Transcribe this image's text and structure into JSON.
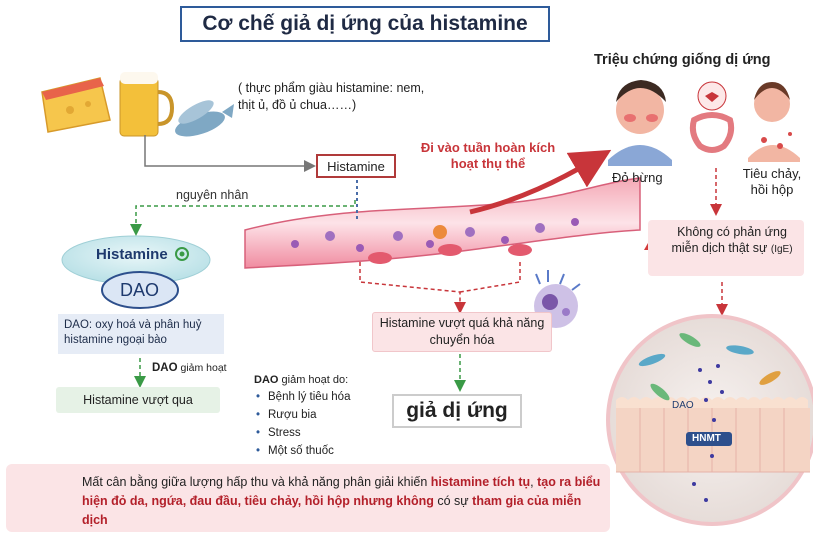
{
  "title": "Cơ chế giả dị ứng của histamine",
  "food_note": "( thực phẩm giàu histamine: nem, thịt ủ, đồ ủ chua……)",
  "histamine_label": "Histamine",
  "circulation_text": "Đi vào tuần hoàn kích hoạt thụ thể",
  "cause_label": "nguyên nhân",
  "dao_oval": {
    "histamine": "Histamine",
    "dao": "DAO"
  },
  "dao_desc": "DAO: oxy hoá và phân huỷ histamine ngoại bào",
  "dao_reduced": {
    "bold": "DAO",
    "rest": " giảm hoạt"
  },
  "histamine_passes": "Histamine vượt qua",
  "dao_causes": {
    "bold": "DAO",
    "rest": " giảm hoạt do:",
    "items": [
      "Bệnh lý tiêu hóa",
      "Rượu bia",
      "Stress",
      "Một số thuốc"
    ]
  },
  "overflow_text": "Histamine vượt quá khả năng chuyển hóa",
  "pseudo_allergy": "giả dị ứng",
  "symptoms": {
    "title": "Triệu chứng giống dị ứng",
    "flush": "Đỏ bừng",
    "diarrhea_line1": "Tiêu chảy,",
    "diarrhea_line2": "hồi hộp"
  },
  "no_immune": {
    "main": "Không có phản ứng miễn dịch thật sự",
    "sub": "(IgE)"
  },
  "gut_labels": {
    "dao": "DAO",
    "hnmt": "HNMT"
  },
  "warning": {
    "p1": "Mất cân bằng giữa lượng hấp thu và khả năng phân giải khiến ",
    "b1": "histamine tích tụ",
    "p2": ", ",
    "b2": "tạo ra biểu hiện đỏ da, ngứa, đau đầu, tiêu chảy, hồi hộp",
    "p3": " ",
    "b3": "nhưng không",
    "p4": " có sự ",
    "b4": "tham gia của miễn dịch"
  },
  "colors": {
    "accent_red": "#c8353a",
    "title_border": "#2e5b9a",
    "vessel": "#e0768a",
    "dao_blue": "#2d4f8c",
    "green_arrow": "#3a9a46"
  }
}
